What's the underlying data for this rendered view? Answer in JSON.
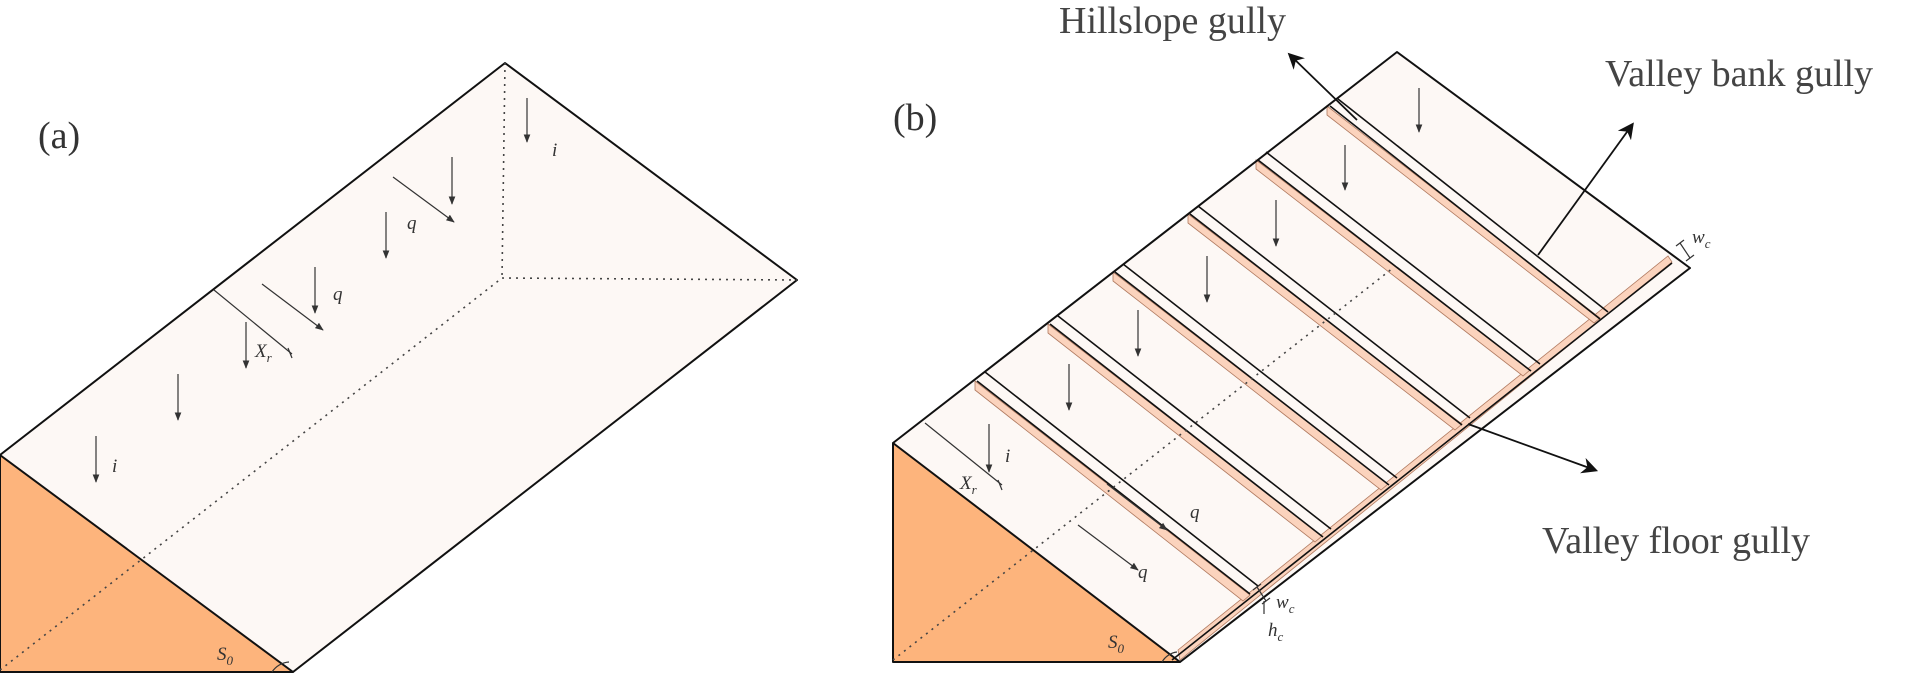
{
  "panel_a": {
    "label": "(a)",
    "symbols": {
      "rain_main": "i",
      "rain_lower": "i",
      "flow_1": "q",
      "flow_2": "q",
      "x_main": "X",
      "x_sub": "r",
      "slope_main": "S",
      "slope_sub": "0"
    }
  },
  "panel_b": {
    "label": "(b)",
    "callouts": {
      "hillslope": "Hillslope gully",
      "valley_bank": "Valley bank gully",
      "valley_floor": "Valley floor gully"
    },
    "symbols": {
      "rain": "i",
      "flow_1": "q",
      "flow_2": "q",
      "x_main": "X",
      "x_sub": "r",
      "slope_main": "S",
      "slope_sub": "0",
      "w_top_main": "w",
      "w_top_sub": "c",
      "w_bottom_main": "w",
      "w_bottom_sub": "c",
      "h_main": "h",
      "h_sub": "c"
    }
  },
  "colors": {
    "top_face": "#fdf8f5",
    "side_face": "#fdb47c",
    "gully": "#fbd3bd",
    "outline": "#111111"
  }
}
